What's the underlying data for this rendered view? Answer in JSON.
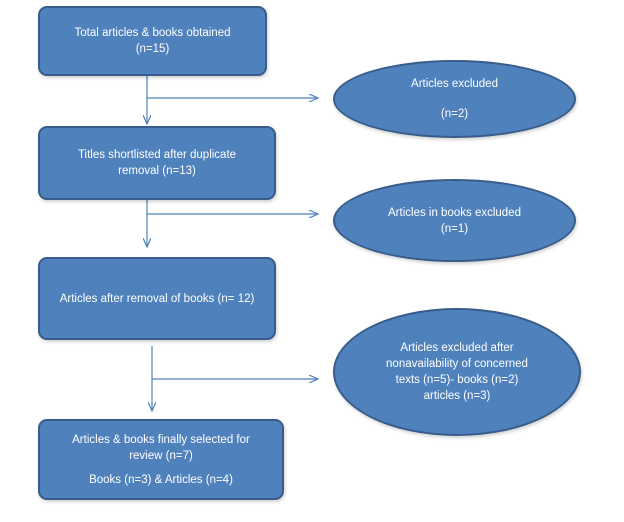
{
  "flowchart": {
    "box1": {
      "line1": "Total  articles & books obtained",
      "line2": "(n=15)"
    },
    "ellipse1": {
      "line1": "Articles excluded",
      "line2": "(n=2)"
    },
    "box2": {
      "line1": "Titles shortlisted after duplicate",
      "line2": "removal (n=13)"
    },
    "ellipse2": {
      "line1": "Articles in books  excluded",
      "line2": "(n=1)"
    },
    "box3": {
      "line1": "Articles after removal of books  (n= 12)"
    },
    "ellipse3": {
      "line1": "Articles excluded after",
      "line2": "nonavailability of concerned",
      "line3": "texts (n=5)- books (n=2)",
      "line4": "articles (n=3)"
    },
    "box4": {
      "line1": "Articles  & books finally selected for",
      "line2": "review (n=7)",
      "line3": "Books (n=3) & Articles (n=4)"
    }
  },
  "colors": {
    "fill": "#4f81bd",
    "border": "#385d8a",
    "connector": "#4f81bd",
    "text": "#ffffff"
  }
}
